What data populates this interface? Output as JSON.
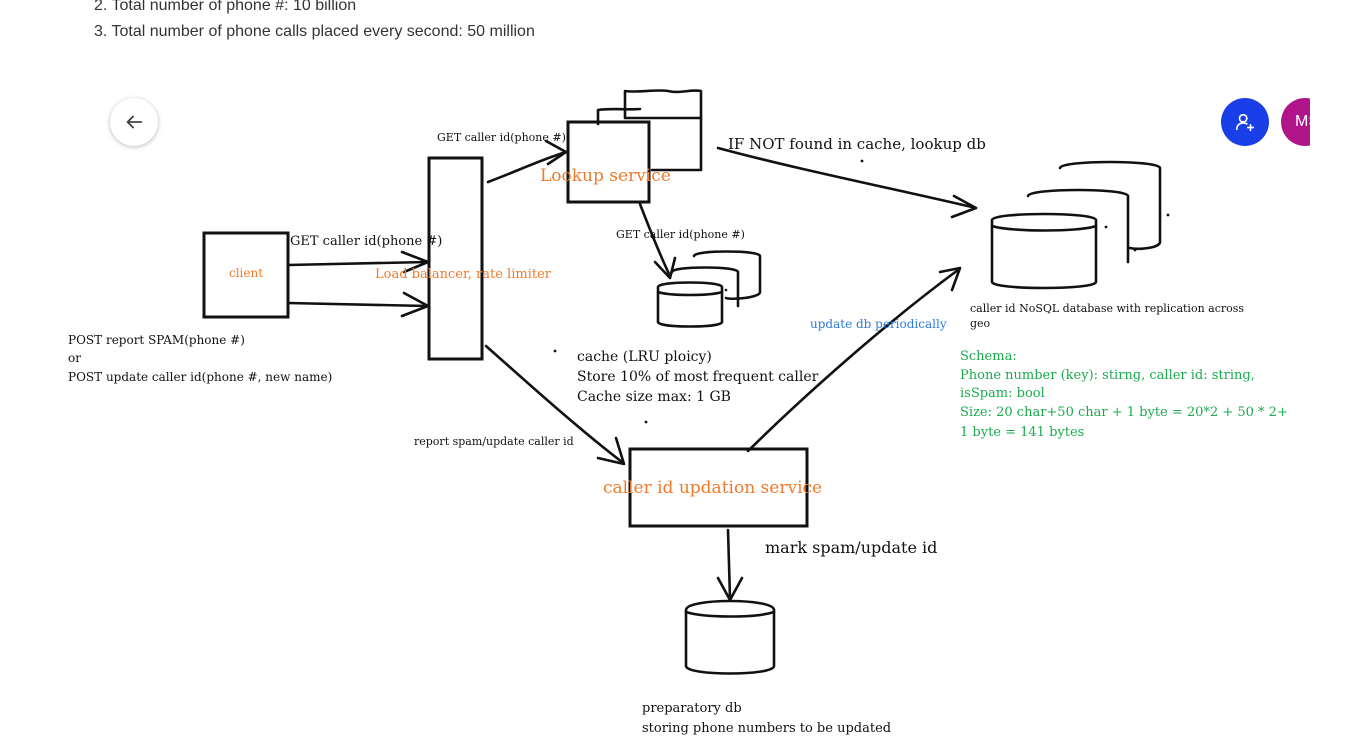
{
  "requirements": {
    "item2": "2. Total number of phone #: 10 billion",
    "item3": "3. Total number of phone calls placed every second: 50 million"
  },
  "toolbar": {
    "back_icon": "arrow-left-icon",
    "share_icon": "person-add-icon",
    "share_color": "#1a3fe8",
    "avatar_initials": "MS",
    "avatar_color": "#b0138a"
  },
  "colors": {
    "ink": "#111111",
    "orange": "#f07a2a",
    "blue": "#2f7ad6",
    "green": "#1bab4e"
  },
  "diagram": {
    "client": "client",
    "client_get": "GET caller id(phone #)",
    "load_balancer": "Load balancer, rate limiter",
    "post_report": "POST report SPAM(phone #)",
    "or": "or",
    "post_update": "POST update caller id(phone #, new name)",
    "lookup_get": "GET caller id(phone #)",
    "lookup_service": "Lookup service",
    "not_found": "IF NOT found in cache, lookup db",
    "cache_get": "GET caller id(phone #)",
    "cache_line1": "cache (LRU ploicy)",
    "cache_line2": "Store 10% of most frequent caller",
    "cache_line3": "Cache size max: 1 GB",
    "report_spam": "report spam/update caller id",
    "updation_service": "caller id updation service",
    "update_db": "update db periodically",
    "nosql_line1": "caller id NoSQL database with replication across",
    "nosql_line2": "geo",
    "schema_title": "Schema:",
    "schema_line1": "Phone number (key): stirng, caller id: string,",
    "schema_line2": "isSpam: bool",
    "schema_line3": "Size: 20 char+50 char + 1 byte = 20*2 + 50 * 2+",
    "schema_line4": "1 byte = 141 bytes",
    "mark_spam": "mark spam/update id",
    "prep_line1": "preparatory  db",
    "prep_line2": "storing phone numbers to be updated"
  }
}
